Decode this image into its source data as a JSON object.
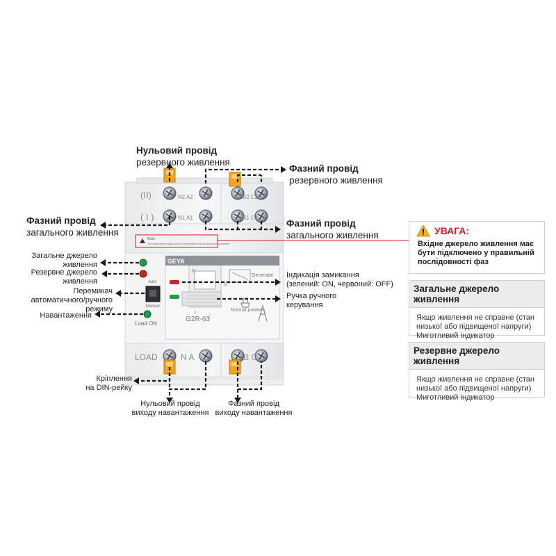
{
  "device": {
    "brand": "GEYA",
    "model": "G2R-63",
    "row_top_symbol": "(II)",
    "row_mid_symbol": "( I )",
    "term_n2a2": "N2 A2",
    "term_b2c2": "B2 C2",
    "term_n1a1": "N1 A1",
    "term_b1c1": "B1 C1",
    "load_text": "LOAD",
    "load_na": "N A",
    "load_bc": "B C",
    "note_title": "Note:",
    "note_text": "The input power supply must be connected in the correct phase sequence",
    "auto_label": "Auto",
    "manual_label": "Manual",
    "load_on_label": "Load ON",
    "generator_label": "Generator",
    "normal_power_label": "Normal power",
    "roman_2": "II",
    "roman_1": "I",
    "zero_mark": "0"
  },
  "labels": {
    "neutral_backup_1": "Нульовий провід",
    "neutral_backup_2": "резервного живлення",
    "phase_backup_1": "Фазний провід",
    "phase_backup_2": "резервного живлення",
    "phase_main_left_1": "Фазний провід",
    "phase_main_left_2": "загального живлення",
    "phase_main_right_1": "Фазний провід",
    "phase_main_right_2": "загального живлення",
    "main_source_1": "Загальне джерело",
    "main_source_2": "живлення",
    "backup_source_1": "Резервне джерело",
    "backup_source_2": "живлення",
    "switch_1": "Перемикач",
    "switch_2": "автоматичного/ручного",
    "switch_3": "режиму",
    "load": "Навантаження",
    "closing_1": "Індикація замикання",
    "closing_2": "(зелений: ON, червоний: OFF)",
    "handle_1": "Ручка ручного",
    "handle_2": "керування",
    "din_1": "Кріплення",
    "din_2": "на DIN-рейку",
    "neutral_out_1": "Нульовий провід",
    "neutral_out_2": "виходу навантаження",
    "phase_out_1": "Фазний провід",
    "phase_out_2": "виходу навантаження"
  },
  "warning": {
    "title": "УВАГА:",
    "text": "Вхідне джерело живлення має бути підключено у правильній послідовності фаз"
  },
  "panel_main": {
    "title": "Загальне джерело живлення",
    "text_1": "Якщо живлення не справне (стан низької або підвищеної напруги)",
    "text_2": "Миготливий індикатор"
  },
  "panel_backup": {
    "title": "Резервне джерело живлення",
    "text_1": "Якщо живлення не справне (стан низької або підвищеної напруги)",
    "text_2": "Миготливий індикатор"
  },
  "colors": {
    "warning_red": "#d21f1f",
    "clip_orange": "#f3a51d",
    "indicator_green": "#1f9d4b",
    "indicator_red": "#c8262a"
  }
}
